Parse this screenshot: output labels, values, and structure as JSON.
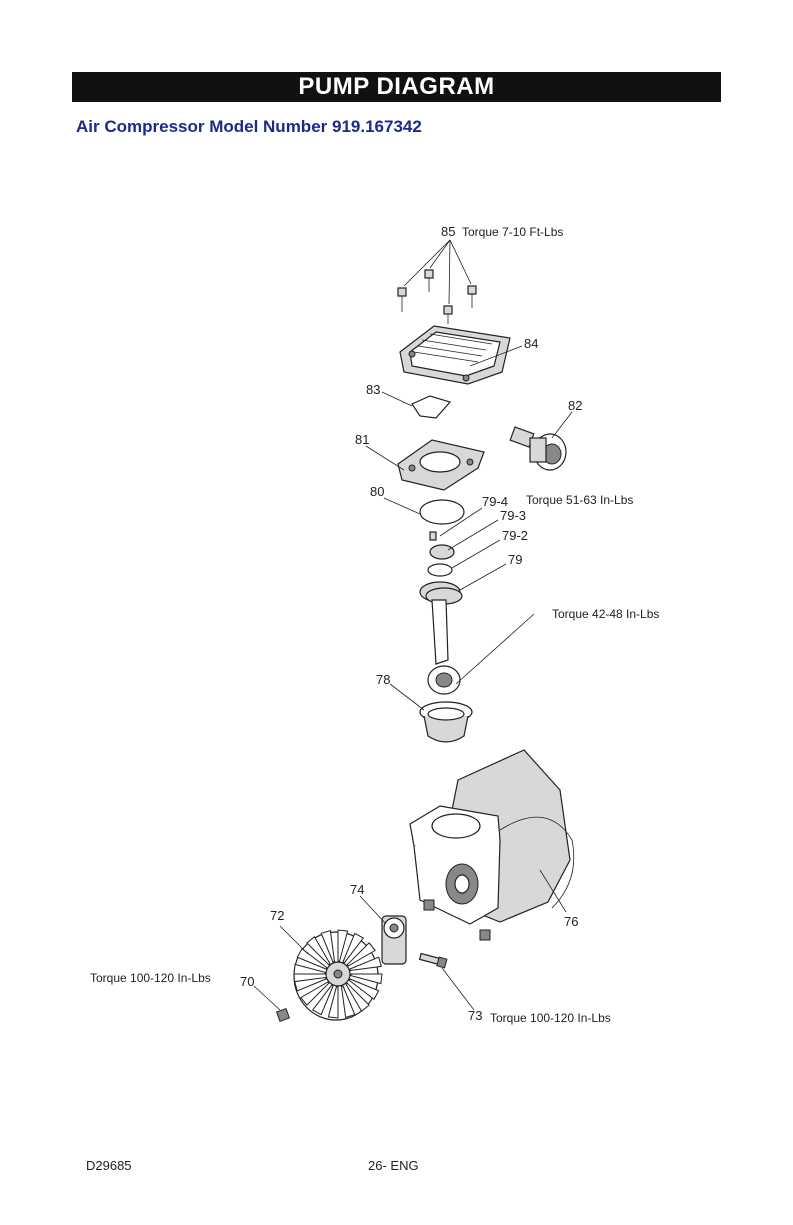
{
  "header": {
    "title": "PUMP DIAGRAM",
    "model_line": "Air Compressor Model Number 919.167342"
  },
  "callouts": {
    "p85": "85",
    "p85_torque": "Torque 7-10 Ft-Lbs",
    "p84": "84",
    "p83": "83",
    "p82": "82",
    "p81": "81",
    "p80": "80",
    "p79_4": "79-4",
    "p79_4_torque": "Torque 51-63 In-Lbs",
    "p79_3": "79-3",
    "p79_2": "79-2",
    "p79": "79",
    "rod_torque": "Torque 42-48 In-Lbs",
    "p78": "78",
    "p76": "76",
    "p74": "74",
    "p72": "72",
    "p70": "70",
    "p70_torque": "Torque 100-120 In-Lbs",
    "p73": "73",
    "p73_torque": "Torque 100-120 In-Lbs"
  },
  "footer": {
    "doc_code": "D29685",
    "page": "26- ENG"
  }
}
